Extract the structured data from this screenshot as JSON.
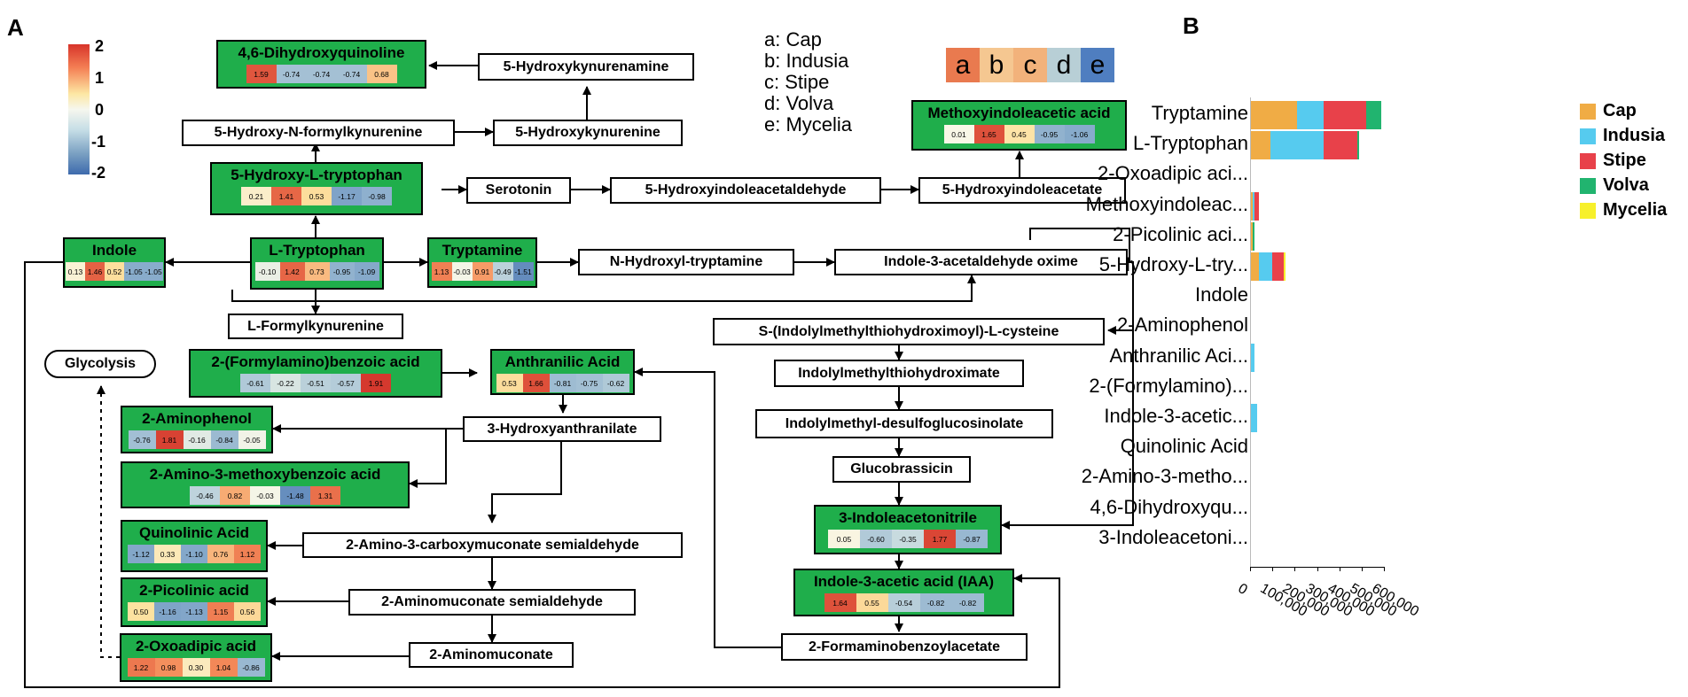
{
  "panels": {
    "a": "A",
    "b": "B"
  },
  "colorbar": {
    "ticks": [
      "2",
      "1",
      "0",
      "-1",
      "-2"
    ],
    "colors": [
      "#d7342a",
      "#f47f54",
      "#fde7a3",
      "#f6f7ee",
      "#c5dde6",
      "#7aa0c2",
      "#3d6aad"
    ]
  },
  "key": {
    "lines": [
      "a: Cap",
      "b: Indusia",
      "c: Stipe",
      "d: Volva",
      "e: Mycelia"
    ],
    "example": [
      "a",
      "b",
      "c",
      "d",
      "e"
    ]
  },
  "metabolites": [
    {
      "id": "dihydroxyquinoline",
      "name": "4,6-Dihydroxyquinoline",
      "values": [
        "1.59",
        "-0.74",
        "-0.74",
        "-0.74",
        "0.68"
      ]
    },
    {
      "id": "methoxyindoleacetic",
      "name": "Methoxyindoleacetic acid",
      "values": [
        "0.01",
        "1.65",
        "0.45",
        "-0.95",
        "-1.06"
      ]
    },
    {
      "id": "hydroxytryptophan",
      "name": "5-Hydroxy-L-tryptophan",
      "values": [
        "0.21",
        "1.41",
        "0.53",
        "-1.17",
        "-0.98"
      ]
    },
    {
      "id": "indole",
      "name": "Indole",
      "values": [
        "0.13",
        "1.46",
        "0.52",
        "-1.05",
        "-1.05"
      ]
    },
    {
      "id": "tryptophan",
      "name": "L-Tryptophan",
      "values": [
        "-0.10",
        "1.42",
        "0.73",
        "-0.95",
        "-1.09"
      ]
    },
    {
      "id": "tryptamine",
      "name": "Tryptamine",
      "values": [
        "1.13",
        "-0.03",
        "0.91",
        "-0.49",
        "-1.51"
      ]
    },
    {
      "id": "formylaminobenzoic",
      "name": "2-(Formylamino)benzoic acid",
      "values": [
        "-0.61",
        "-0.22",
        "-0.51",
        "-0.57",
        "1.91"
      ]
    },
    {
      "id": "anthranilic",
      "name": "Anthranilic Acid",
      "values": [
        "0.53",
        "1.66",
        "-0.81",
        "-0.75",
        "-0.62"
      ]
    },
    {
      "id": "aminophenol",
      "name": "2-Aminophenol",
      "values": [
        "-0.76",
        "1.81",
        "-0.16",
        "-0.84",
        "-0.05"
      ]
    },
    {
      "id": "aminomethoxybenzoic",
      "name": "2-Amino-3-methoxybenzoic acid",
      "values": [
        "-0.46",
        "0.82",
        "-0.03",
        "-1.48",
        "1.31"
      ]
    },
    {
      "id": "quinolinic",
      "name": "Quinolinic Acid",
      "values": [
        "-1.12",
        "0.33",
        "-1.10",
        "0.76",
        "1.12"
      ]
    },
    {
      "id": "picolinic",
      "name": "2-Picolinic acid",
      "values": [
        "0.50",
        "-1.16",
        "-1.13",
        "1.15",
        "0.56"
      ]
    },
    {
      "id": "oxoadipic",
      "name": "2-Oxoadipic acid",
      "values": [
        "1.22",
        "0.98",
        "0.30",
        "1.04",
        "-0.86"
      ]
    },
    {
      "id": "indoleacetonitrile",
      "name": "3-Indoleacetonitrile",
      "values": [
        "0.05",
        "-0.60",
        "-0.35",
        "1.77",
        "-0.87"
      ]
    },
    {
      "id": "iaa",
      "name": "Indole-3-acetic acid (IAA)",
      "values": [
        "1.64",
        "0.55",
        "-0.54",
        "-0.82",
        "-0.82"
      ]
    }
  ],
  "intermediates": {
    "hydroxykynurenamine": "5-Hydroxykynurenamine",
    "hydroxyformylkynurenine": "5-Hydroxy-N-formylkynurenine",
    "hydroxykynurenine": "5-Hydroxykynurenine",
    "serotonin": "Serotonin",
    "hydroxyindoleacetaldehyde": "5-Hydroxyindoleacetaldehyde",
    "hydroxyindoleacetate": "5-Hydroxyindoleacetate",
    "hydroxyltryptamine": "N-Hydroxyl-tryptamine",
    "acetaldehydeoxime": "Indole-3-acetaldehyde oxime",
    "formylkynurenine": "L-Formylkynurenine",
    "cysteine": "S-(Indolylmethylthiohydroximoyl)-L-cysteine",
    "thiohydroximate": "Indolylmethylthiohydroximate",
    "desulfoglucosinolate": "Indolylmethyl-desulfoglucosinolate",
    "glucobrassicin": "Glucobrassicin",
    "hydroxyanthranilate": "3-Hydroxyanthranilate",
    "carboxymuconate": "2-Amino-3-carboxymuconate semialdehyde",
    "aminomuconatesa": "2-Aminomuconate semialdehyde",
    "aminomuconate": "2-Aminomuconate",
    "formaminobenzoylacetate": "2-Formaminobenzoylacetate",
    "glycolysis": "Glycolysis"
  },
  "chart_data": {
    "type": "bar",
    "orientation": "horizontal",
    "stacked": true,
    "categories": [
      "Tryptamine",
      "L-Tryptophan",
      "2-Oxoadipic aci...",
      "Methoxyindoleac...",
      "2-Picolinic aci...",
      "5-Hydroxy-L-try...",
      "Indole",
      "2-Aminophenol",
      "Anthranilic Aci...",
      "2-(Formylamino)...",
      "Indole-3-acetic...",
      "Quinolinic Acid",
      "2-Amino-3-metho...",
      "4,6-Dihydroxyqu...",
      "3-Indoleacetoni..."
    ],
    "series": [
      {
        "name": "Cap",
        "color": "#f0ac45",
        "values": [
          210000,
          90000,
          0,
          10000,
          10000,
          40000,
          0,
          0,
          0,
          0,
          0,
          0,
          0,
          0,
          0
        ]
      },
      {
        "name": "Indusia",
        "color": "#56cbef",
        "values": [
          120000,
          240000,
          0,
          10000,
          0,
          60000,
          0,
          0,
          20000,
          0,
          30000,
          0,
          0,
          0,
          0
        ]
      },
      {
        "name": "Stipe",
        "color": "#e8414a",
        "values": [
          190000,
          150000,
          0,
          20000,
          0,
          50000,
          0,
          0,
          0,
          0,
          0,
          0,
          0,
          0,
          0
        ]
      },
      {
        "name": "Volva",
        "color": "#21b46f",
        "values": [
          70000,
          10000,
          0,
          0,
          10000,
          0,
          0,
          0,
          0,
          0,
          0,
          0,
          0,
          0,
          0
        ]
      },
      {
        "name": "Mycelia",
        "color": "#f7f02b",
        "values": [
          0,
          0,
          0,
          0,
          0,
          10000,
          0,
          0,
          0,
          0,
          0,
          0,
          0,
          0,
          0
        ]
      }
    ],
    "xticks": [
      "0",
      "100,000",
      "200,000",
      "300,000",
      "400,000",
      "500,000",
      "600,000"
    ],
    "xlim": [
      0,
      600000
    ]
  }
}
